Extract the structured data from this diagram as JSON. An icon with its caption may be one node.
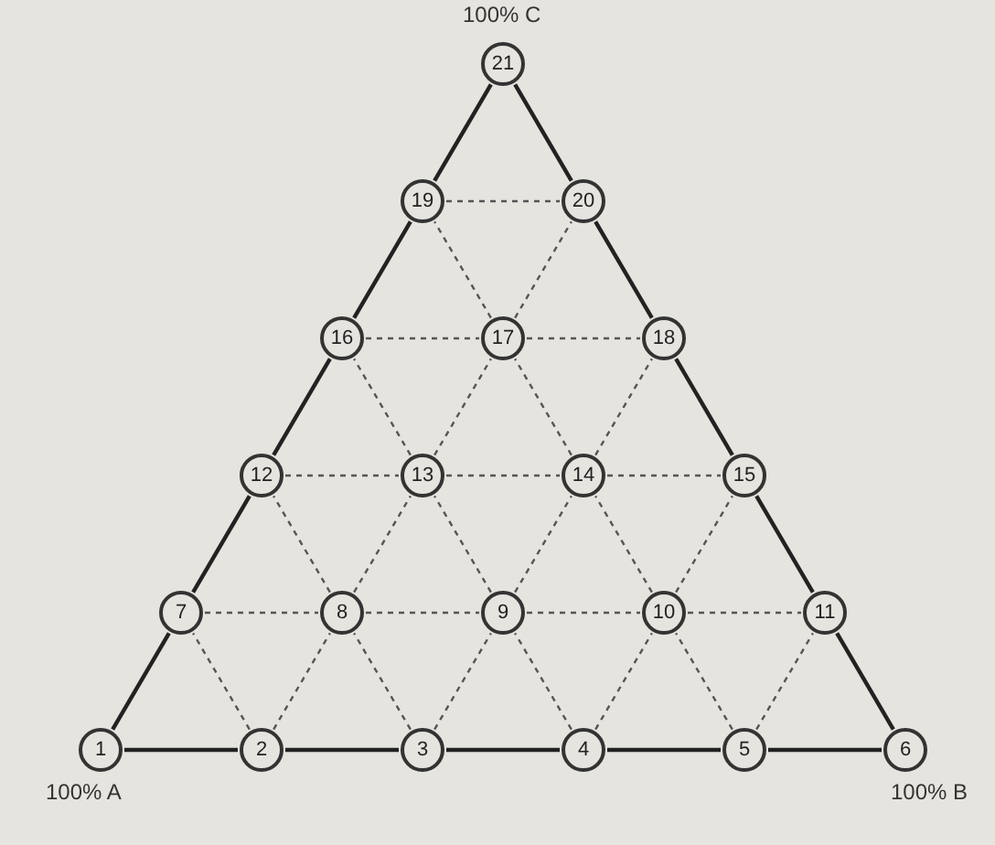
{
  "diagram": {
    "nodes": [
      {
        "text": [
          "1"
        ],
        "beside": [
          "100% A"
        ]
      },
      {
        "text": [
          "2"
        ]
      },
      {
        "text": [
          "3"
        ]
      },
      {
        "text": [
          "4"
        ]
      },
      {
        "text": [
          "5"
        ]
      },
      {
        "text": [
          "6"
        ],
        "beside": [
          "100% B"
        ]
      },
      {
        "text": [
          "7"
        ]
      },
      {
        "text": [
          "8"
        ]
      },
      {
        "text": [
          "9"
        ]
      },
      {
        "text": [
          "10"
        ]
      },
      {
        "text": [
          "11"
        ]
      },
      {
        "text": [
          "12"
        ]
      },
      {
        "text": [
          "13"
        ]
      },
      {
        "text": [
          "14"
        ]
      },
      {
        "text": [
          "15"
        ]
      },
      {
        "text": [
          "16"
        ]
      },
      {
        "text": [
          "17"
        ]
      },
      {
        "text": [
          "18"
        ]
      },
      {
        "text": [
          "19"
        ]
      },
      {
        "text": [
          "20"
        ]
      },
      {
        "text": [
          "21"
        ],
        "beside": [
          "100% C"
        ]
      }
    ],
    "edges": [
      {
        "from": 0,
        "to": 1,
        "arrow": "none"
      },
      {
        "from": 1,
        "to": 2,
        "arrow": "none"
      },
      {
        "from": 2,
        "to": 3,
        "arrow": "none"
      },
      {
        "from": 3,
        "to": 4,
        "arrow": "none"
      },
      {
        "from": 4,
        "to": 5,
        "arrow": "none"
      },
      {
        "from": 0,
        "to": 6,
        "arrow": "none"
      },
      {
        "from": 1,
        "to": 7,
        "arrow": "none",
        "style": "dashed"
      },
      {
        "from": 2,
        "to": 8,
        "arrow": "none",
        "style": "dashed"
      },
      {
        "from": 3,
        "to": 9,
        "arrow": "none",
        "style": "dashed"
      },
      {
        "from": 4,
        "to": 10,
        "arrow": "none",
        "style": "dashed"
      },
      {
        "from": 1,
        "to": 6,
        "arrow": "none",
        "style": "dashed"
      },
      {
        "from": 2,
        "to": 7,
        "arrow": "none",
        "style": "dashed"
      },
      {
        "from": 3,
        "to": 8,
        "arrow": "none",
        "style": "dashed"
      },
      {
        "from": 4,
        "to": 9,
        "arrow": "none",
        "style": "dashed"
      },
      {
        "from": 5,
        "to": 10,
        "arrow": "none"
      },
      {
        "from": 6,
        "to": 7,
        "arrow": "none",
        "style": "dashed"
      },
      {
        "from": 7,
        "to": 8,
        "arrow": "none",
        "style": "dashed"
      },
      {
        "from": 8,
        "to": 9,
        "arrow": "none",
        "style": "dashed"
      },
      {
        "from": 9,
        "to": 10,
        "arrow": "none",
        "style": "dashed"
      },
      {
        "from": 6,
        "to": 11,
        "arrow": "none"
      },
      {
        "from": 7,
        "to": 12,
        "arrow": "none",
        "style": "dashed"
      },
      {
        "from": 8,
        "to": 13,
        "arrow": "none",
        "style": "dashed"
      },
      {
        "from": 9,
        "to": 14,
        "arrow": "none",
        "style": "dashed"
      },
      {
        "from": 7,
        "to": 11,
        "arrow": "none",
        "style": "dashed"
      },
      {
        "from": 8,
        "to": 12,
        "arrow": "none",
        "style": "dashed"
      },
      {
        "from": 9,
        "to": 13,
        "arrow": "none",
        "style": "dashed"
      },
      {
        "from": 10,
        "to": 14,
        "arrow": "none"
      },
      {
        "from": 11,
        "to": 12,
        "arrow": "none",
        "style": "dashed"
      },
      {
        "from": 12,
        "to": 13,
        "arrow": "none",
        "style": "dashed"
      },
      {
        "from": 13,
        "to": 14,
        "arrow": "none",
        "style": "dashed"
      },
      {
        "from": 11,
        "to": 15,
        "arrow": "none"
      },
      {
        "from": 12,
        "to": 16,
        "arrow": "none",
        "style": "dashed"
      },
      {
        "from": 13,
        "to": 17,
        "arrow": "none",
        "style": "dashed"
      },
      {
        "from": 12,
        "to": 15,
        "arrow": "none",
        "style": "dashed"
      },
      {
        "from": 13,
        "to": 16,
        "arrow": "none",
        "style": "dashed"
      },
      {
        "from": 14,
        "to": 17,
        "arrow": "none"
      },
      {
        "from": 15,
        "to": 16,
        "arrow": "none",
        "style": "dashed"
      },
      {
        "from": 16,
        "to": 17,
        "arrow": "none",
        "style": "dashed"
      },
      {
        "from": 15,
        "to": 18,
        "arrow": "none"
      },
      {
        "from": 16,
        "to": 19,
        "arrow": "none",
        "style": "dashed"
      },
      {
        "from": 16,
        "to": 18,
        "arrow": "none",
        "style": "dashed"
      },
      {
        "from": 17,
        "to": 19,
        "arrow": "none"
      },
      {
        "from": 18,
        "to": 19,
        "arrow": "none",
        "style": "dashed"
      },
      {
        "from": 18,
        "to": 20,
        "arrow": "none"
      },
      {
        "from": 19,
        "to": 20,
        "arrow": "none"
      }
    ]
  }
}
